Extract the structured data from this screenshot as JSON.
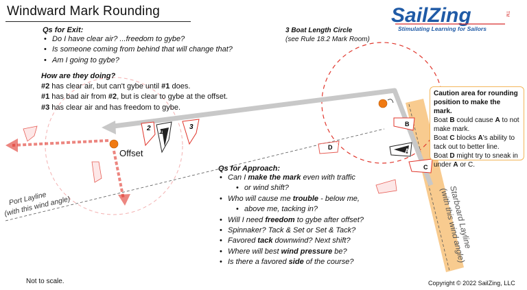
{
  "title": "Windward Mark Rounding",
  "logo": {
    "brand": "SailZing",
    "tagline": "Stimulating Learning for Sailors",
    "mark": "TM"
  },
  "exit_questions": {
    "heading": "Qs for Exit:",
    "items": [
      "Do I have clear air? ...freedom to gybe?",
      "Is someone coming from behind that will change that?",
      "Am I going to gybe?"
    ]
  },
  "doing": {
    "heading": "How are they doing?",
    "lines": [
      {
        "b1": "#2",
        "t1": " has clear air, but can't gybe until ",
        "b2": "#1",
        "t2": " does."
      },
      {
        "b1": "#1",
        "t1": " has bad air from ",
        "b2": "#2",
        "t2": ", but is clear to gybe at the offset."
      },
      {
        "b1": "#3",
        "t1": " has clear air and has freedom to gybe.",
        "b2": "",
        "t2": ""
      }
    ]
  },
  "circle_label": {
    "line1": "3 Boat Length Circle",
    "line2": "(see Rule 18.2 Mark Room)"
  },
  "offset_label": "Offset",
  "caution": {
    "heading": "Caution area for rounding position to make the mark.",
    "lines": [
      {
        "pre": "Boat ",
        "b1": "B",
        "mid": " could cause ",
        "b2": "A",
        "post": " to not make mark."
      },
      {
        "pre": "Boat ",
        "b1": "C",
        "mid": " blocks ",
        "b2": "A",
        "post": "'s ability to tack out to better line."
      },
      {
        "pre": "Boat ",
        "b1": "D",
        "mid": " might try to sneak in under ",
        "b2": "A",
        "post": " or C."
      }
    ]
  },
  "approach_questions": {
    "heading": "Qs for Approach:",
    "items": [
      {
        "pre": "Can I ",
        "b": "make the mark",
        "post": " even with traffic",
        "cont": false
      },
      {
        "pre": "or wind shift?",
        "b": "",
        "post": "",
        "cont": true
      },
      {
        "pre": "Who will cause me ",
        "b": "trouble",
        "post": " - below me,",
        "cont": false
      },
      {
        "pre": "above me, tacking in?",
        "b": "",
        "post": "",
        "cont": true
      },
      {
        "pre": "Will I need ",
        "b": "freedom",
        "post": " to gybe after offset?",
        "cont": false
      },
      {
        "pre": "Spinnaker? Tack & Set or Set & Tack?",
        "b": "",
        "post": "",
        "cont": false
      },
      {
        "pre": "Favored ",
        "b": "tack",
        "post": " downwind? Next shift?",
        "cont": false
      },
      {
        "pre": "Where will best ",
        "b": "wind pressure",
        "post": " be?",
        "cont": false
      },
      {
        "pre": "Is there a favored ",
        "b": "side",
        "post": " of the course?",
        "cont": false
      }
    ]
  },
  "port_layline": {
    "line1": "Port Layline",
    "line2": "(with this wind angle)"
  },
  "starboard_layline": {
    "line1": "Starboard Layline",
    "line2": "(with this wind angle)"
  },
  "boat_numbers": [
    "1",
    "2",
    "3"
  ],
  "boat_letters": [
    "A",
    "B",
    "C",
    "D"
  ],
  "footer": {
    "not_to_scale": "Not to scale.",
    "copyright": "Copyright © 2022 SailZing, LLC"
  },
  "colors": {
    "red": "#e0352b",
    "orange_zone": "#f7c27b",
    "mark": "#f07a12",
    "gray_path": "#c8c8c8",
    "logo_blue": "#1f5aa6",
    "logo_red": "#d62b2b"
  },
  "icons": [
    "boat-icon",
    "mark-buoy-icon",
    "arrow-icon"
  ]
}
